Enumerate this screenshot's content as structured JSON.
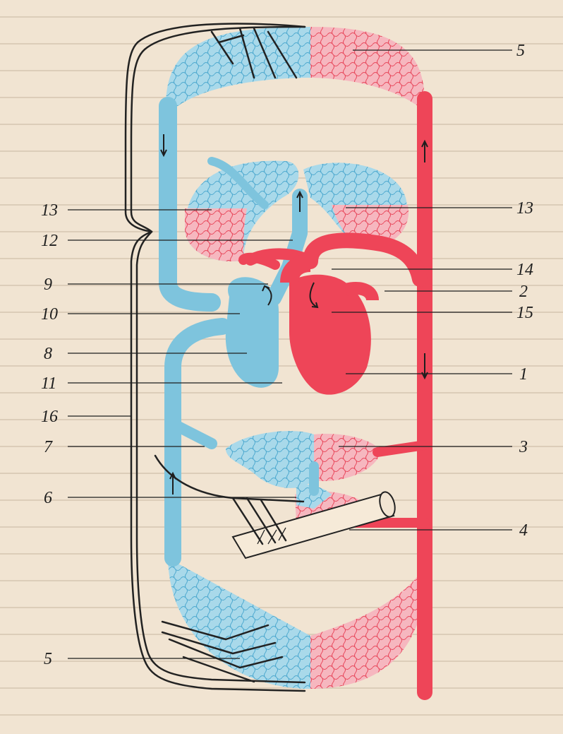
{
  "colors": {
    "background": "#f1e4d2",
    "venous_blue": "#7ec4dd",
    "arterial_red": "#ee4558",
    "capillary_red": "#f07585",
    "lymph_line": "#222222"
  },
  "labels": {
    "top_5": "5",
    "left_13": "13",
    "right_13": "13",
    "left_12": "12",
    "right_14": "14",
    "left_9": "9",
    "right_2": "2",
    "left_10": "10",
    "right_15": "15",
    "left_8": "8",
    "right_1": "1",
    "left_11": "11",
    "left_16": "16",
    "left_7": "7",
    "right_3": "3",
    "left_6": "6",
    "right_4": "4",
    "bottom_5": "5"
  }
}
